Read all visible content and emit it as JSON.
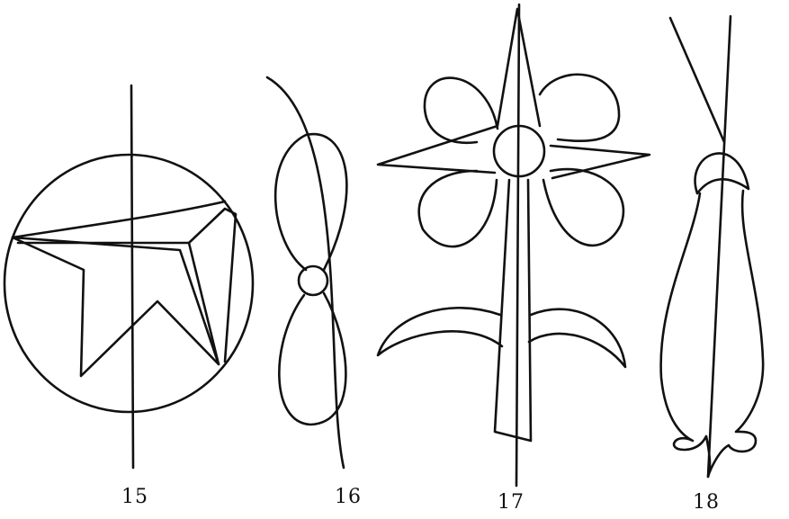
{
  "figures": [
    {
      "number": "15",
      "subject": "circle-with-star-outline"
    },
    {
      "number": "16",
      "subject": "figure-eight-loops-on-arc"
    },
    {
      "number": "17",
      "subject": "flower-with-star-and-leaves"
    },
    {
      "number": "18",
      "subject": "pod-on-crossed-lines"
    }
  ],
  "colors": {
    "ink": "#111111",
    "paper": "#ffffff"
  }
}
